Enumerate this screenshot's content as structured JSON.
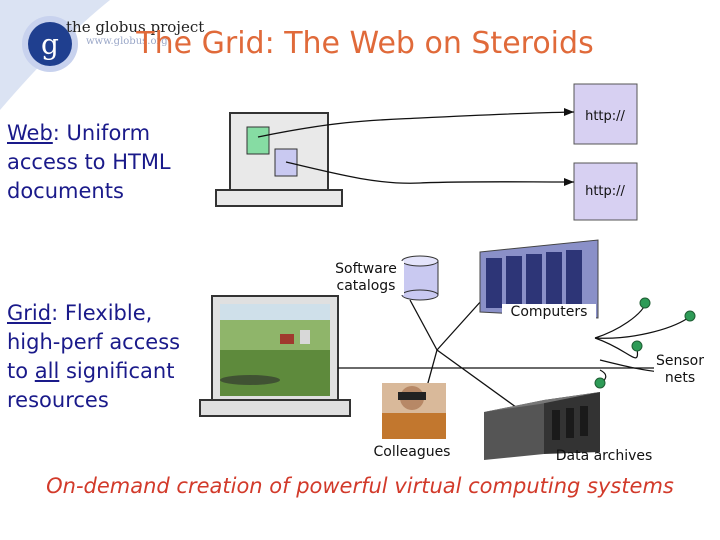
{
  "logo": {
    "name": "the globus project",
    "url": "www.globus.org",
    "glyph": "g"
  },
  "title": "The Grid: The Web on Steroids",
  "web_bullet": {
    "term": "Web",
    "rest": ": Uniform access to HTML documents",
    "line1": ": Uniform",
    "line2": "access to HTML",
    "line3": "documents"
  },
  "grid_bullet": {
    "term": "Grid",
    "line1": ": Flexible,",
    "line2": "high-perf access",
    "line3a": "to ",
    "line3b": "all",
    "line3c": " significant",
    "line4": "resources"
  },
  "http_boxes": [
    "http://",
    "http://"
  ],
  "nodes": {
    "software_catalogs": [
      "Software",
      "catalogs"
    ],
    "computers": "Computers",
    "sensor_nets": [
      "Sensor",
      "nets"
    ],
    "colleagues": "Colleagues",
    "data_archives": "Data archives"
  },
  "footer": "On-demand creation of powerful virtual computing systems",
  "colors": {
    "title": "#e06a3a",
    "text": "#1a1a8a",
    "footer": "#d23a2a",
    "http_box": "#d7d0f2",
    "sensor_node": "#2e9b57"
  }
}
